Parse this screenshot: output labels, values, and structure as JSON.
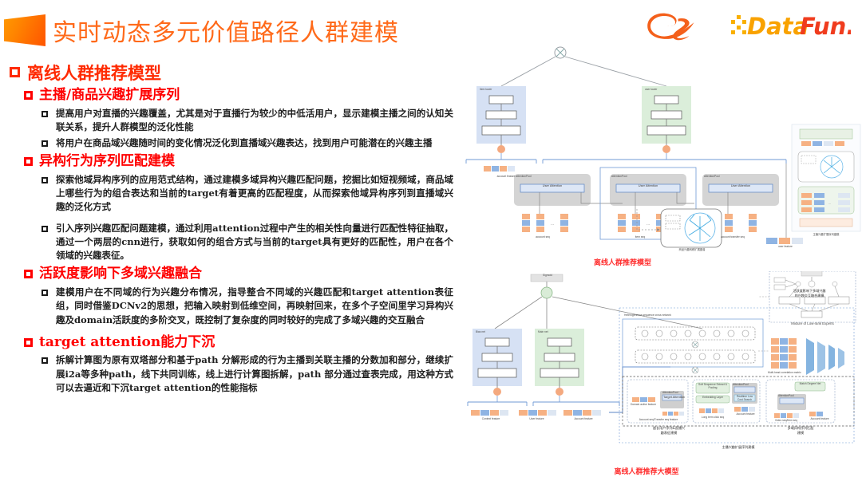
{
  "header": {
    "title": "实时动态多元价值路径人群建模",
    "accent_color": "#ff6a00",
    "title_color": "#ff6a1a",
    "logo_alibaba": "alibaba-logo",
    "logo_datafun_text": "DataFun.",
    "logo_datafun_dot": "."
  },
  "outline": {
    "section_title": "离线人群推荐模型",
    "groups": [
      {
        "heading": "主播/商品兴趣扩展序列",
        "bullets": [
          "提高用户对直播的兴趣覆盖，尤其是对于直播行为较少的中低活用户，显示建模主播之间的认知关联关系，提升人群模型的泛化性能",
          "将用户在商品域兴趣随时间的变化情况泛化到直播域兴趣表达，找到用户可能潜在的兴趣主播"
        ]
      },
      {
        "heading": "异构行为序列匹配建模",
        "bullets": [
          "探索他域异构序列的应用范式结构，通过建模多域异构兴趣匹配问题，挖掘比如短视频域，商品域上哪些行为的组合表达和当前的target有着更高的匹配程度，从而探索他域异构序列到直播域兴趣的泛化方式",
          "引入序列兴趣匹配问题建模，通过利用attention过程中产生的相关性向量进行匹配性特征抽取，通过一个两层的cnn进行，获取如何的组合方式与当前的target具有更好的匹配性，用户在各个领域的兴趣表征。"
        ]
      },
      {
        "heading": "活跃度影响下多域兴趣融合",
        "bullets": [
          "建模用户在不同域的行为兴趣分布情况，指导整合不同域的兴趣匹配和target attention表征组，同时借鉴DCNv2的思想，把输入映射到低维空间，再映射回来，在多个子空间里学习异构兴趣及domain活跃度的多阶交叉，既控制了复杂度的同时较好的完成了多域兴趣的交互融合"
        ]
      },
      {
        "heading": "target attention能力下沉",
        "bullets": [
          "拆解计算图为原有双塔部分和基于path 分解形成的行为主播到关联主播的分数加和部分，继续扩展i2a等多种path，线下共同训练，线上进行计算图拆解，path 部分通过查表完成，用这种方式可以去逼近和下沉target attention的性能指标"
        ]
      }
    ]
  },
  "figures": {
    "top": {
      "caption": "离线人群推荐模型",
      "item_tower": "Item tower",
      "user_tower": "user tower",
      "fc_label": "fcla",
      "account_feature": "account feature",
      "attention_pool": "AttentionPool",
      "user_attention": "User Attention",
      "seq_labels": [
        "account seq",
        "item seq",
        "account transfer seq"
      ],
      "user_feature": "user feature",
      "graph_box_caption": "商品兴趣转移扩展图谱",
      "side_panel_caption": "主播兴趣扩展序列建模"
    },
    "bottom": {
      "caption": "离线人群推荐大模型",
      "sigmoid": "Sigmoid",
      "bias_net": "Bias net",
      "main_net": "Main net",
      "fc_label": "fcla",
      "feature_labels": [
        "Context feature",
        "User feature",
        "Account feature"
      ],
      "cross_network": "Heterogeneous sequence cross network",
      "moe_caption": "Mixture of Low-rank Experts",
      "moe_top": "Output",
      "moe_bottom": "Input",
      "experts": [
        "Expert 1",
        "Expert 2",
        "Expert N"
      ],
      "matching_caption": "Multi-head correlation matrix",
      "cnn_labels": [
        "Conv",
        "Max pool",
        "Conv",
        "Max pool"
      ],
      "note_right_top": "活跃度影响下多域兴趣\n的兴趣交互融合建模",
      "sub_caption_1": "超长用户序列&直播兴\n趣表征建模",
      "sub_caption_2": "多域异构序列匹配\n建模",
      "sub_caption_3": "主播兴趣扩展序列建模",
      "sub_blocks": {
        "domain_active": "Domain active feature",
        "soft_seq": "Soft Sequence Extract & Pooling",
        "embedding_layer": "Embedding Layer",
        "attention_pool": "AttentionPool",
        "target_attention": "Target Attention",
        "realtime_low": "Realtime Low Cost Search",
        "match_degree": "Match Degree Net",
        "seq_note_1": "Account seq/Transfer seq  feature",
        "seq_note_2": "Long term click seq",
        "seq_note_3": "Video seq/Item seq",
        "account_feature": "Account feature"
      }
    }
  }
}
